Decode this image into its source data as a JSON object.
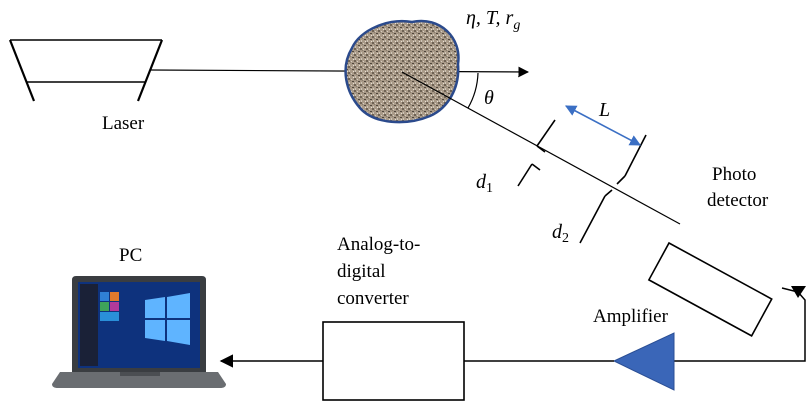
{
  "labels": {
    "laser": "Laser",
    "sample_params": "η, T, r",
    "sample_params_sub": "g",
    "theta": "θ",
    "distance": "L",
    "aperture1": "d",
    "aperture1_sub": "1",
    "aperture2": "d",
    "aperture2_sub": "2",
    "photo_detector_line1": "Photo",
    "photo_detector_line2": "detector",
    "amplifier": "Amplifier",
    "adc_line1": "Analog-to-",
    "adc_line2": "digital",
    "adc_line3": "converter",
    "pc": "PC"
  },
  "colors": {
    "line": "#000000",
    "sample_border": "#2b4a8c",
    "sample_fill": "#a99a88",
    "distance_arrow": "#3b6fc4",
    "amplifier_fill": "#3a66b8",
    "laptop_body": "#5f6266",
    "laptop_screen_bg": "#0a2a6b",
    "laptop_logo": "#5fb4ff"
  },
  "icons": {
    "laser": "laser-icon",
    "sample": "particle-sample-icon",
    "amplifier": "triangle-icon",
    "pc": "laptop-icon"
  }
}
